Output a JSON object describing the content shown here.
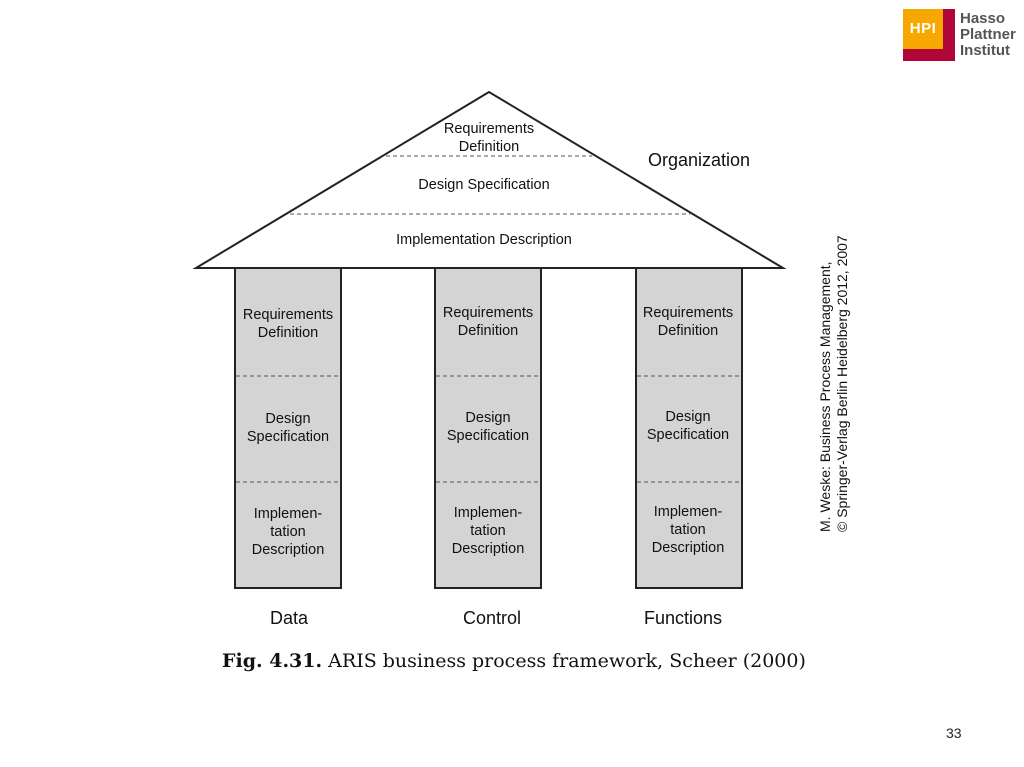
{
  "logo": {
    "mark": "HPI",
    "lines": [
      "Hasso",
      "Plattner",
      "Institut"
    ],
    "colors": {
      "red": "#b1063a",
      "orange": "#f6a800"
    }
  },
  "roof": {
    "levels": [
      {
        "lines": [
          "Requirements",
          "Definition"
        ]
      },
      {
        "lines": [
          "Design Specification"
        ]
      },
      {
        "lines": [
          "Implementation Description"
        ]
      }
    ],
    "side_label": "Organization"
  },
  "pillars": [
    {
      "name": "Data",
      "levels": [
        {
          "lines": [
            "Requirements",
            "Definition"
          ]
        },
        {
          "lines": [
            "Design",
            "Specification"
          ]
        },
        {
          "lines": [
            "Implemen-",
            "tation",
            "Description"
          ]
        }
      ]
    },
    {
      "name": "Control",
      "levels": [
        {
          "lines": [
            "Requirements",
            "Definition"
          ]
        },
        {
          "lines": [
            "Design",
            "Specification"
          ]
        },
        {
          "lines": [
            "Implemen-",
            "tation",
            "Description"
          ]
        }
      ]
    },
    {
      "name": "Functions",
      "levels": [
        {
          "lines": [
            "Requirements",
            "Definition"
          ]
        },
        {
          "lines": [
            "Design",
            "Specification"
          ]
        },
        {
          "lines": [
            "Implemen-",
            "tation",
            "Description"
          ]
        }
      ]
    }
  ],
  "credit": {
    "line1": "M. Weske: Business Process Management,",
    "line2": "© Springer-Verlag Berlin Heidelberg 2012, 2007"
  },
  "caption": {
    "label": "Fig. 4.31.",
    "text": " ARIS business process framework, Scheer (2000)"
  },
  "page_number": "33",
  "colors": {
    "pillar_fill": "#d4d4d4",
    "outline": "#222222"
  }
}
